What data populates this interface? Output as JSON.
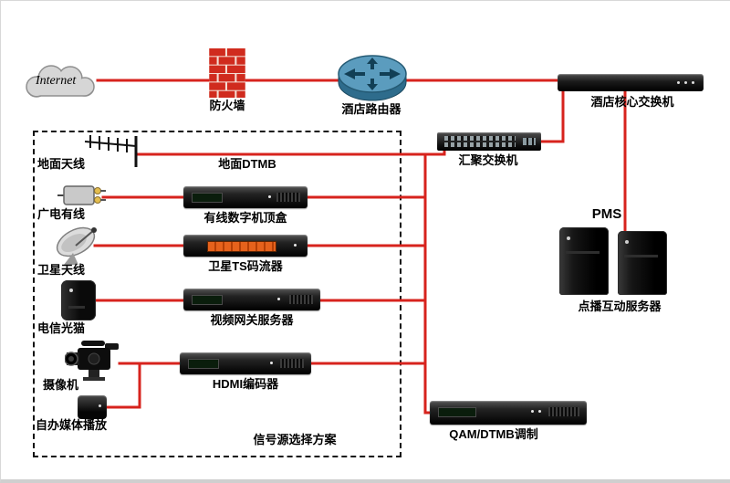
{
  "diagram": {
    "title_hint": "hotel-iptv-signal-topology",
    "colors": {
      "line": "#d7231d",
      "dashed_border": "#111111",
      "accent_display": "#e6621c"
    },
    "nodes": {
      "internet": {
        "label": "Internet"
      },
      "firewall": {
        "label": "防火墙"
      },
      "router": {
        "label": "酒店路由器"
      },
      "core_switch": {
        "label": "酒店核心交换机"
      },
      "agg_switch": {
        "label": "汇聚交换机"
      },
      "pms": {
        "label": "PMS"
      },
      "vod_server": {
        "label": "点播互动服务器"
      },
      "terrestrial_antenna": {
        "label": "地面天线"
      },
      "terrestrial_dtmb": {
        "label": "地面DTMB"
      },
      "cable_tv": {
        "label": "广电有线"
      },
      "cable_stb": {
        "label": "有线数字机顶盒"
      },
      "satellite_antenna": {
        "label": "卫星天线"
      },
      "satellite_ts": {
        "label": "卫星TS码流器"
      },
      "telecom_modem": {
        "label": "电信光猫"
      },
      "video_gateway": {
        "label": "视频网关服务器"
      },
      "camera": {
        "label": "摄像机"
      },
      "hdmi_encoder": {
        "label": "HDMI编码器"
      },
      "self_media": {
        "label": "自办媒体播放"
      },
      "signal_group": {
        "label": "信号源选择方案"
      },
      "qam_dtmb": {
        "label": "QAM/DTMB调制"
      }
    }
  }
}
